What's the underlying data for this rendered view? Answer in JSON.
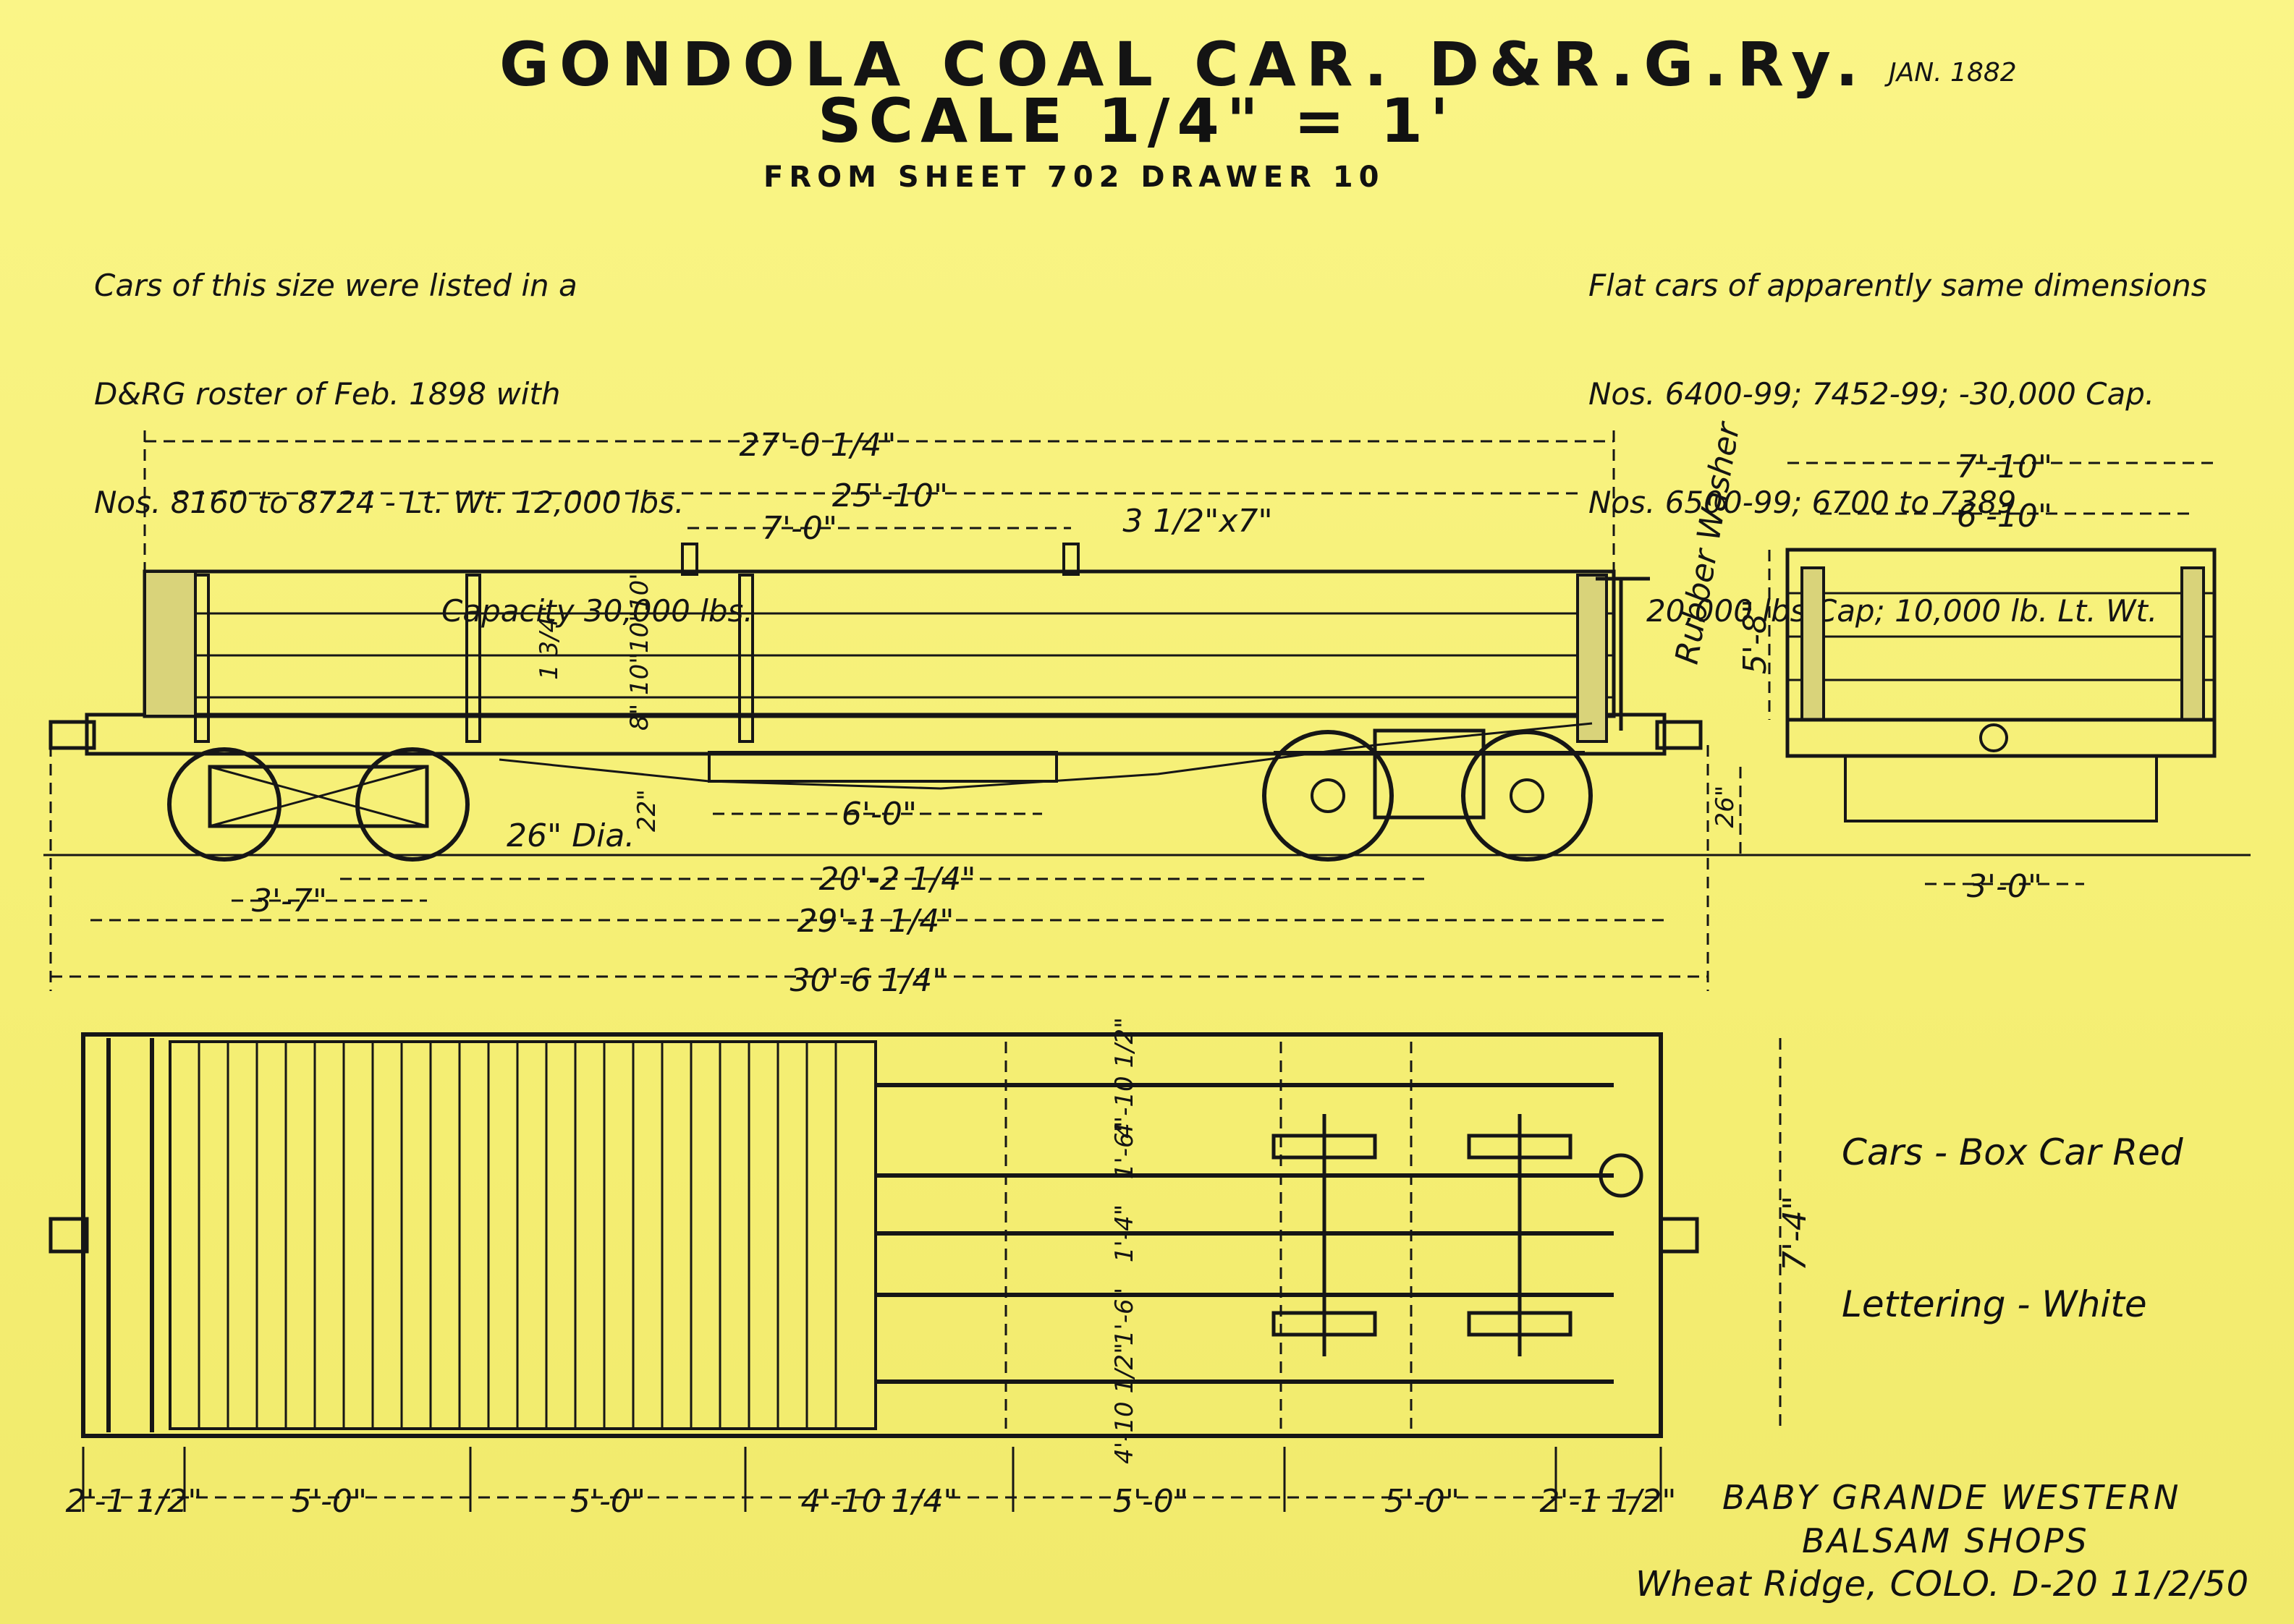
{
  "header": {
    "title": "GONDOLA COAL CAR. D&R.G.Ry.",
    "date": "JAN. 1882",
    "scale": "SCALE 1/4\" = 1'",
    "source": "FROM SHEET 702 DRAWER 10"
  },
  "notes": {
    "left": [
      "Cars of this size were listed in a",
      "D&RG roster of Feb. 1898 with",
      "Nos. 8160 to 8724 - Lt. Wt. 12,000 lbs.",
      "Capacity 30,000 lbs."
    ],
    "right": [
      "Flat cars of apparently same dimensions",
      "Nos. 6400-99; 7452-99; -30,000 Cap.",
      "Nos. 6500-99; 6700 to 7389",
      "20,000 lbs Cap; 10,000 lb. Lt. Wt."
    ]
  },
  "paint": [
    "Cars - Box Car Red",
    "Lettering - White"
  ],
  "shops": [
    "BABY GRANDE WESTERN",
    "BALSAM SHOPS",
    "Wheat Ridge, COLO. D-20 11/2/50"
  ],
  "side_view": {
    "overall_body": "27'-0 1/4\"",
    "inside_length": "25'-10\"",
    "stake_spacing": "7'-0\"",
    "stake_pocket": "3 1/2\"x7\"",
    "rubber_washer": "Rubber Washer",
    "board_heights": [
      "10\"",
      "10\"",
      "10\"",
      "8\""
    ],
    "side_top": "1 3/4\"",
    "height_22": "22\"",
    "wheel_dia": "26\" Dia.",
    "center_6": "6'-0\"",
    "wheelbase": "3'-7\"",
    "truck_centers": "20'-2 1/4\"",
    "over_sills": "29'-1 1/4\"",
    "over_couplers": "30'-6 1/4\""
  },
  "end_view": {
    "width_outer": "7'-10\"",
    "width_inner": "6'-10\"",
    "height": "5'-8\"",
    "rail_height": "26\"",
    "gauge": "3'-0\""
  },
  "plan_view": {
    "width": "7'-4\"",
    "segments": [
      "2'-1 1/2\"",
      "5'-0\"",
      "5'-0\"",
      "4'-10 1/4\"",
      "5'-0\"",
      "5'-0\"",
      "2'-1 1/2\""
    ],
    "sill_spacing": [
      "4'-10 1/2\"",
      "1'-6\"",
      "1'-4\"",
      "1'-6\"",
      "4'-10 1/2\""
    ]
  }
}
